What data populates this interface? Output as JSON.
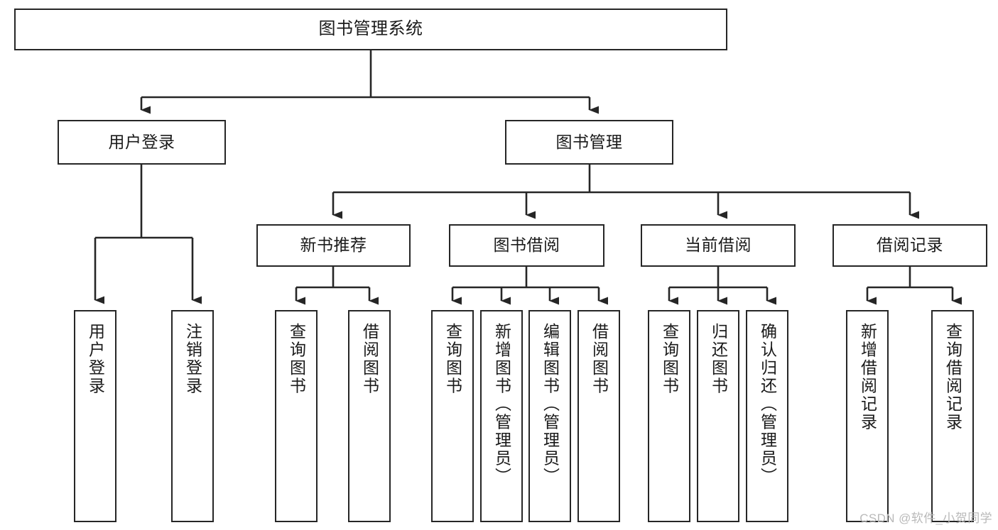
{
  "diagram": {
    "type": "tree-hierarchy",
    "title": "图书管理系统",
    "watermark": "CSDN @软件_小贺同学",
    "colors": {
      "stroke": "#262626",
      "background": "#ffffff",
      "text": "#1a1a1a",
      "watermark": "#b9b9b9"
    },
    "nodes": {
      "root": {
        "label": "图书管理系统"
      },
      "level2": [
        {
          "id": "user-login",
          "label": "用户登录"
        },
        {
          "id": "book-manage",
          "label": "图书管理"
        }
      ],
      "level3": [
        {
          "id": "new-book-recommend",
          "label": "新书推荐"
        },
        {
          "id": "book-borrow",
          "label": "图书借阅"
        },
        {
          "id": "current-borrow",
          "label": "当前借阅"
        },
        {
          "id": "borrow-record",
          "label": "借阅记录"
        }
      ],
      "leaves": {
        "user_login": [
          {
            "id": "leaf-user-login",
            "label": "用户登录"
          },
          {
            "id": "leaf-logout-login",
            "label": "注销登录"
          }
        ],
        "new_book_recommend": [
          {
            "id": "leaf-query-book-1",
            "label": "查询图书"
          },
          {
            "id": "leaf-borrow-book-1",
            "label": "借阅图书"
          }
        ],
        "book_borrow": [
          {
            "id": "leaf-query-book-2",
            "label": "查询图书"
          },
          {
            "id": "leaf-add-book-admin",
            "label": "新增图书（管理员）"
          },
          {
            "id": "leaf-edit-book-admin",
            "label": "编辑图书（管理员）"
          },
          {
            "id": "leaf-borrow-book-2",
            "label": "借阅图书"
          }
        ],
        "current_borrow": [
          {
            "id": "leaf-query-book-3",
            "label": "查询图书"
          },
          {
            "id": "leaf-return-book",
            "label": "归还图书"
          },
          {
            "id": "leaf-confirm-return-admin",
            "label": "确认归还（管理员）"
          }
        ],
        "borrow_record": [
          {
            "id": "leaf-add-borrow-record",
            "label": "新增借阅记录"
          },
          {
            "id": "leaf-query-borrow-record",
            "label": "查询借阅记录"
          }
        ]
      }
    }
  }
}
